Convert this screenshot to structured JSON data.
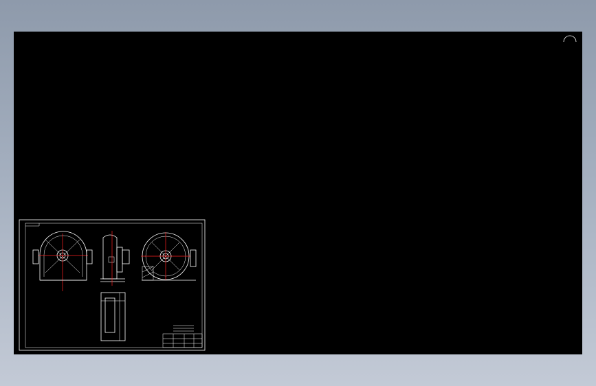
{
  "canvas": {
    "background": "#000000",
    "viewport_border": "#ffffff"
  },
  "drawing": {
    "line_color": "#ffffff",
    "center_line_color": "#ff2020",
    "views": [
      "front-view",
      "side-view",
      "rear-view",
      "detail-view"
    ]
  },
  "icons": {
    "corner": "arc-icon"
  }
}
